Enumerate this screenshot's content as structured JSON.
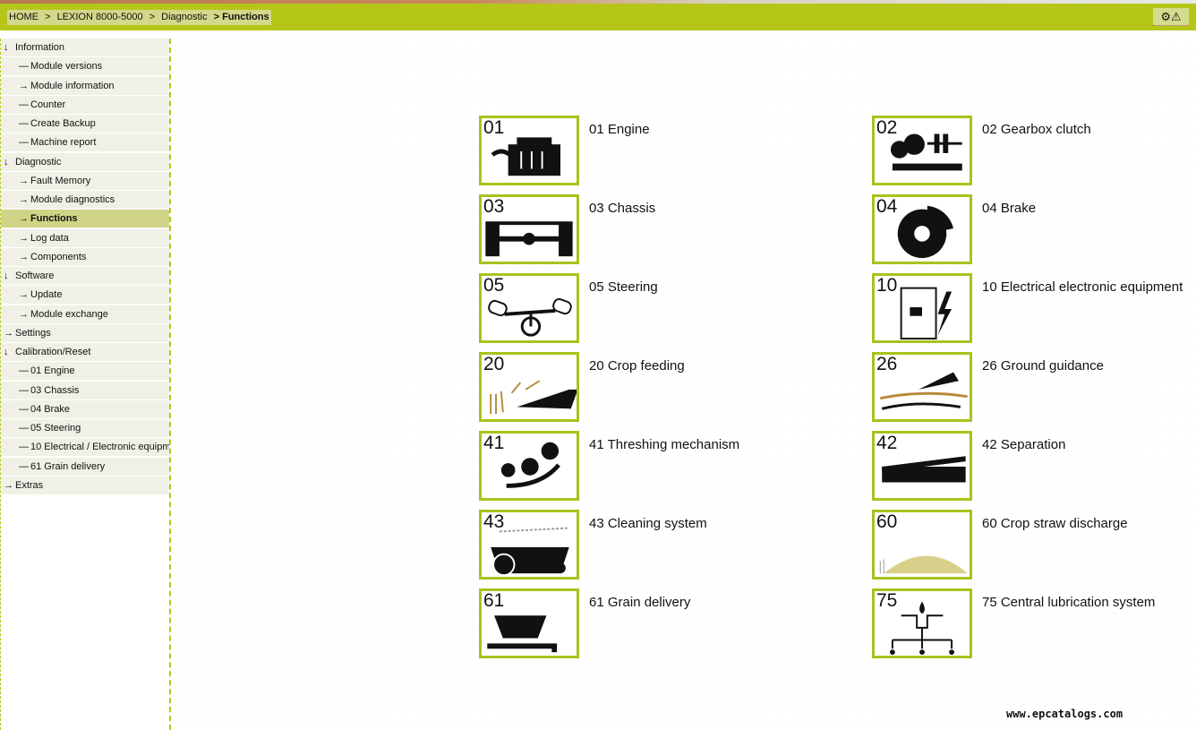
{
  "breadcrumb": {
    "items": [
      "HOME",
      ">",
      "LEXION 8000-5000",
      ">",
      "Diagnostic",
      ">"
    ],
    "current": "Functions"
  },
  "toolbar": {
    "icon": "⚙⚠"
  },
  "sidebar": [
    {
      "label": "Information",
      "level": 1,
      "glyph": "↓"
    },
    {
      "label": "Module versions",
      "level": 2,
      "glyph": "—"
    },
    {
      "label": "Module information",
      "level": 2,
      "glyph": "→"
    },
    {
      "label": "Counter",
      "level": 2,
      "glyph": "—"
    },
    {
      "label": "Create Backup",
      "level": 2,
      "glyph": "—"
    },
    {
      "label": "Machine report",
      "level": 2,
      "glyph": "—"
    },
    {
      "label": "Diagnostic",
      "level": 1,
      "glyph": "↓"
    },
    {
      "label": "Fault Memory",
      "level": 2,
      "glyph": "→"
    },
    {
      "label": "Module diagnostics",
      "level": 2,
      "glyph": "→"
    },
    {
      "label": "Functions",
      "level": 2,
      "glyph": "→",
      "selected": true
    },
    {
      "label": "Log data",
      "level": 2,
      "glyph": "→"
    },
    {
      "label": "Components",
      "level": 2,
      "glyph": "→"
    },
    {
      "label": "Software",
      "level": 1,
      "glyph": "↓"
    },
    {
      "label": "Update",
      "level": 2,
      "glyph": "→"
    },
    {
      "label": "Module exchange",
      "level": 2,
      "glyph": "→"
    },
    {
      "label": "Settings",
      "level": 1,
      "glyph": "→"
    },
    {
      "label": "Calibration/Reset",
      "level": 1,
      "glyph": "↓"
    },
    {
      "label": "01 Engine",
      "level": 2,
      "glyph": "—"
    },
    {
      "label": "03 Chassis",
      "level": 2,
      "glyph": "—"
    },
    {
      "label": "04 Brake",
      "level": 2,
      "glyph": "—"
    },
    {
      "label": "05 Steering",
      "level": 2,
      "glyph": "—"
    },
    {
      "label": "10 Electrical / Electronic equipm",
      "level": 2,
      "glyph": "—"
    },
    {
      "label": "61 Grain delivery",
      "level": 2,
      "glyph": "—"
    },
    {
      "label": "Extras",
      "level": 1,
      "glyph": "→"
    }
  ],
  "functions": [
    {
      "num": "01",
      "label": "01 Engine",
      "icon": "engine-icon"
    },
    {
      "num": "02",
      "label": "02 Gearbox clutch",
      "icon": "gearbox-icon"
    },
    {
      "num": "03",
      "label": "03 Chassis",
      "icon": "chassis-icon"
    },
    {
      "num": "04",
      "label": "04 Brake",
      "icon": "brake-icon"
    },
    {
      "num": "05",
      "label": "05 Steering",
      "icon": "steering-icon"
    },
    {
      "num": "10",
      "label": "10 Electrical electronic equipment",
      "icon": "electrical-icon"
    },
    {
      "num": "20",
      "label": "20 Crop feeding",
      "icon": "crop-feeding-icon"
    },
    {
      "num": "26",
      "label": "26 Ground guidance",
      "icon": "ground-guidance-icon"
    },
    {
      "num": "41",
      "label": "41 Threshing mechanism",
      "icon": "threshing-icon"
    },
    {
      "num": "42",
      "label": "42 Separation",
      "icon": "separation-icon"
    },
    {
      "num": "43",
      "label": "43 Cleaning system",
      "icon": "cleaning-icon"
    },
    {
      "num": "60",
      "label": "60 Crop straw discharge",
      "icon": "straw-discharge-icon"
    },
    {
      "num": "61",
      "label": "61 Grain delivery",
      "icon": "grain-delivery-icon"
    },
    {
      "num": "75",
      "label": "75 Central lubrication system",
      "icon": "lubrication-icon"
    }
  ],
  "watermark": "www.epcatalogs.com"
}
